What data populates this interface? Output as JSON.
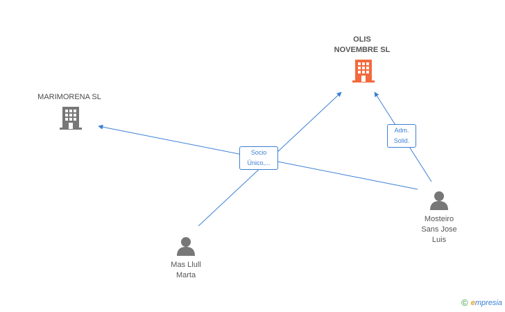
{
  "nodes": {
    "olis": {
      "line1": "OLIS",
      "line2": "NOVEMBRE SL",
      "color": "#f26a3d"
    },
    "marimorena": {
      "label": "MARIMORENA SL",
      "color": "#777777"
    },
    "mas_llull": {
      "line1": "Mas Llull",
      "line2": "Marta",
      "color": "#777777"
    },
    "mosteiro": {
      "line1": "Mosteiro",
      "line2": "Sans Jose",
      "line3": "Luis",
      "color": "#777777"
    }
  },
  "edges": {
    "socio": {
      "line1": "Socio",
      "line2": "Único,..."
    },
    "adm": {
      "line1": "Adm.",
      "line2": "Solid."
    },
    "color": "#3a7fd5"
  },
  "footer": {
    "copyright": "©",
    "brand_initial": "e",
    "brand_rest": "mpresia"
  }
}
